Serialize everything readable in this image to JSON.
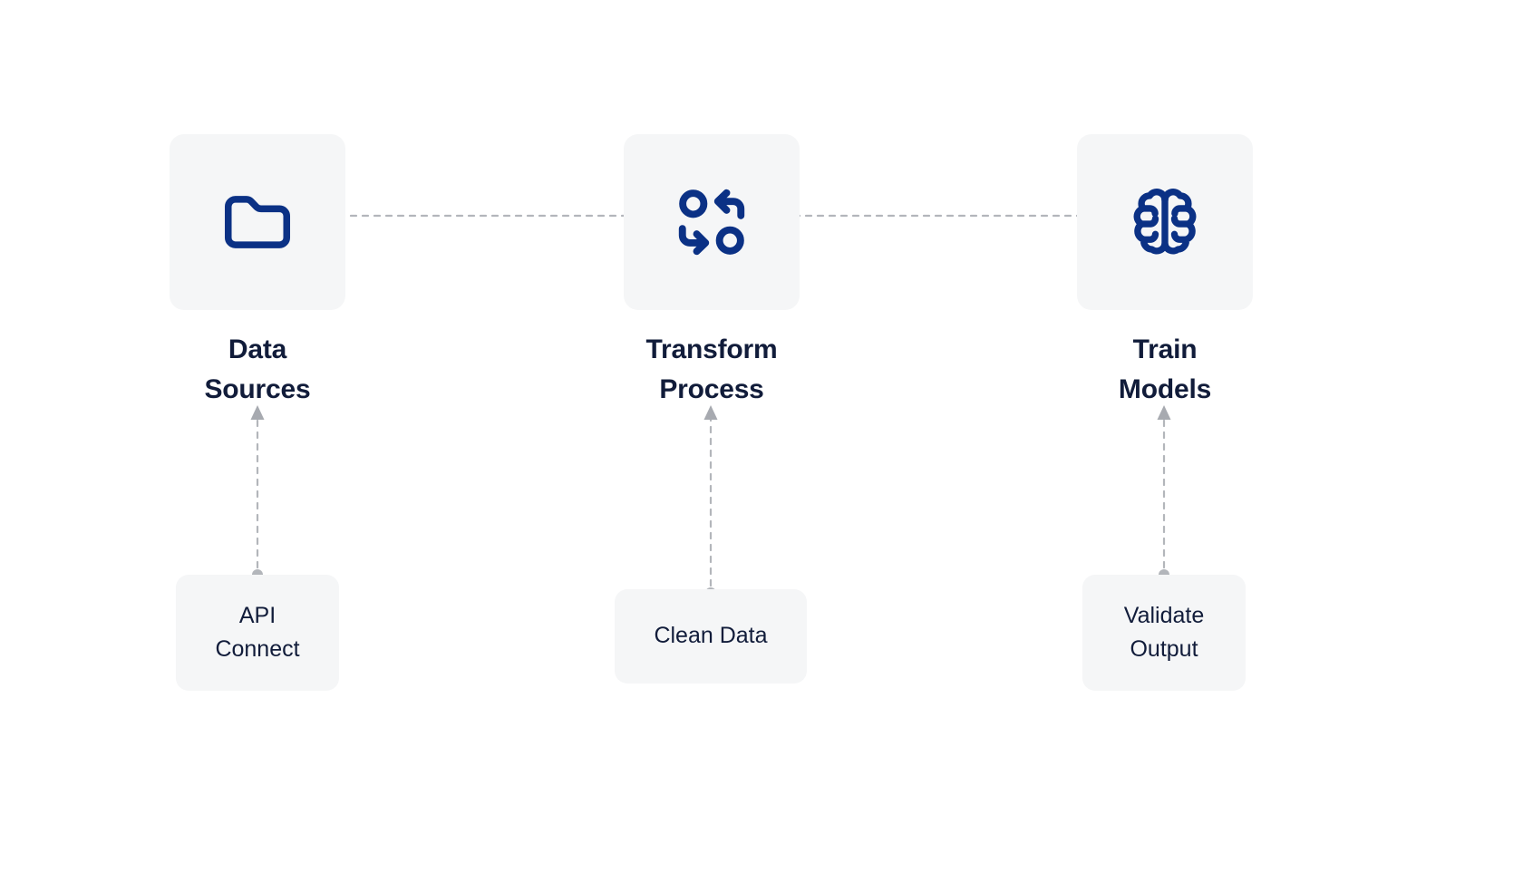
{
  "diagram": {
    "type": "flow-diagram",
    "background_color": "#ffffff",
    "card_color": "#f5f6f7",
    "icon_color": "#0b3185",
    "text_color": "#111c3a",
    "connector_color": "#b3b6bb",
    "nodes": [
      {
        "id": "data-sources",
        "icon": "folder-icon",
        "label": "Data\nSources"
      },
      {
        "id": "transform-process",
        "icon": "transform-arrows-icon",
        "label": "Transform\nProcess"
      },
      {
        "id": "train-models",
        "icon": "brain-icon",
        "label": "Train\nModels"
      }
    ],
    "subnodes": [
      {
        "id": "api-connect",
        "label": "API\nConnect",
        "attaches_to": "data-sources"
      },
      {
        "id": "clean-data",
        "label": "Clean Data",
        "attaches_to": "transform-process"
      },
      {
        "id": "validate-output",
        "label": "Validate\nOutput",
        "attaches_to": "train-models"
      }
    ],
    "connectors": [
      {
        "id": "data-sources-to-transform-process",
        "style": "dashed-arrow",
        "direction": "right"
      },
      {
        "id": "transform-process-to-train-models",
        "style": "dashed-arrow",
        "direction": "right"
      },
      {
        "id": "api-connect-to-data-sources",
        "style": "dashed-arrow",
        "direction": "up"
      },
      {
        "id": "clean-data-to-transform-process",
        "style": "dashed-arrow",
        "direction": "up"
      },
      {
        "id": "validate-output-to-train-models",
        "style": "dashed-arrow",
        "direction": "up"
      }
    ]
  }
}
